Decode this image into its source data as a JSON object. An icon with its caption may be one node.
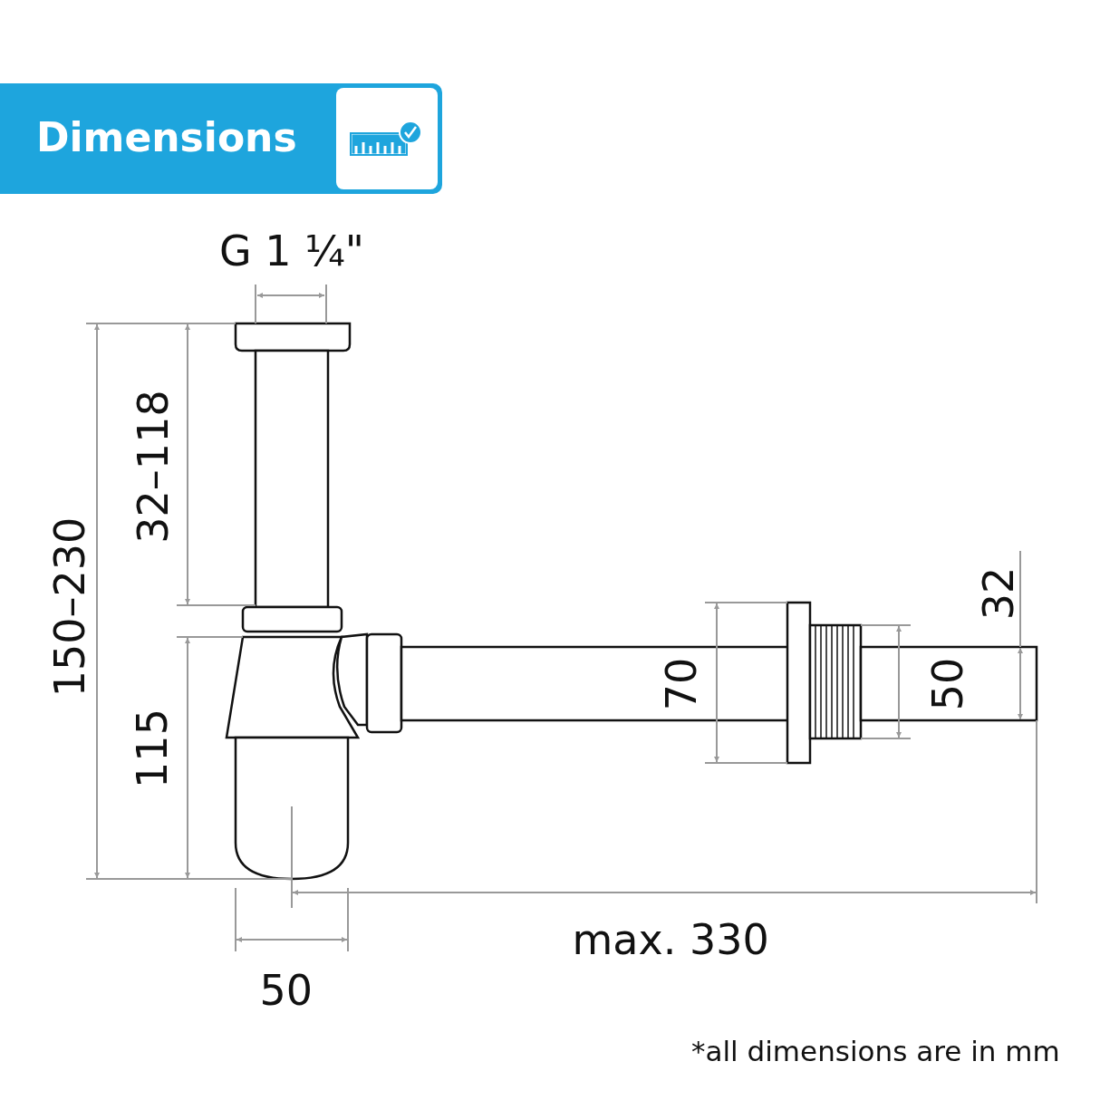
{
  "diagram": {
    "title": "Dimensions",
    "labels": [
      "G 1 ¼\"",
      "150–230",
      "32–118",
      "115",
      "70",
      "50",
      "32",
      "max. 330",
      "50",
      "*all dimensions are in mm"
    ]
  }
}
